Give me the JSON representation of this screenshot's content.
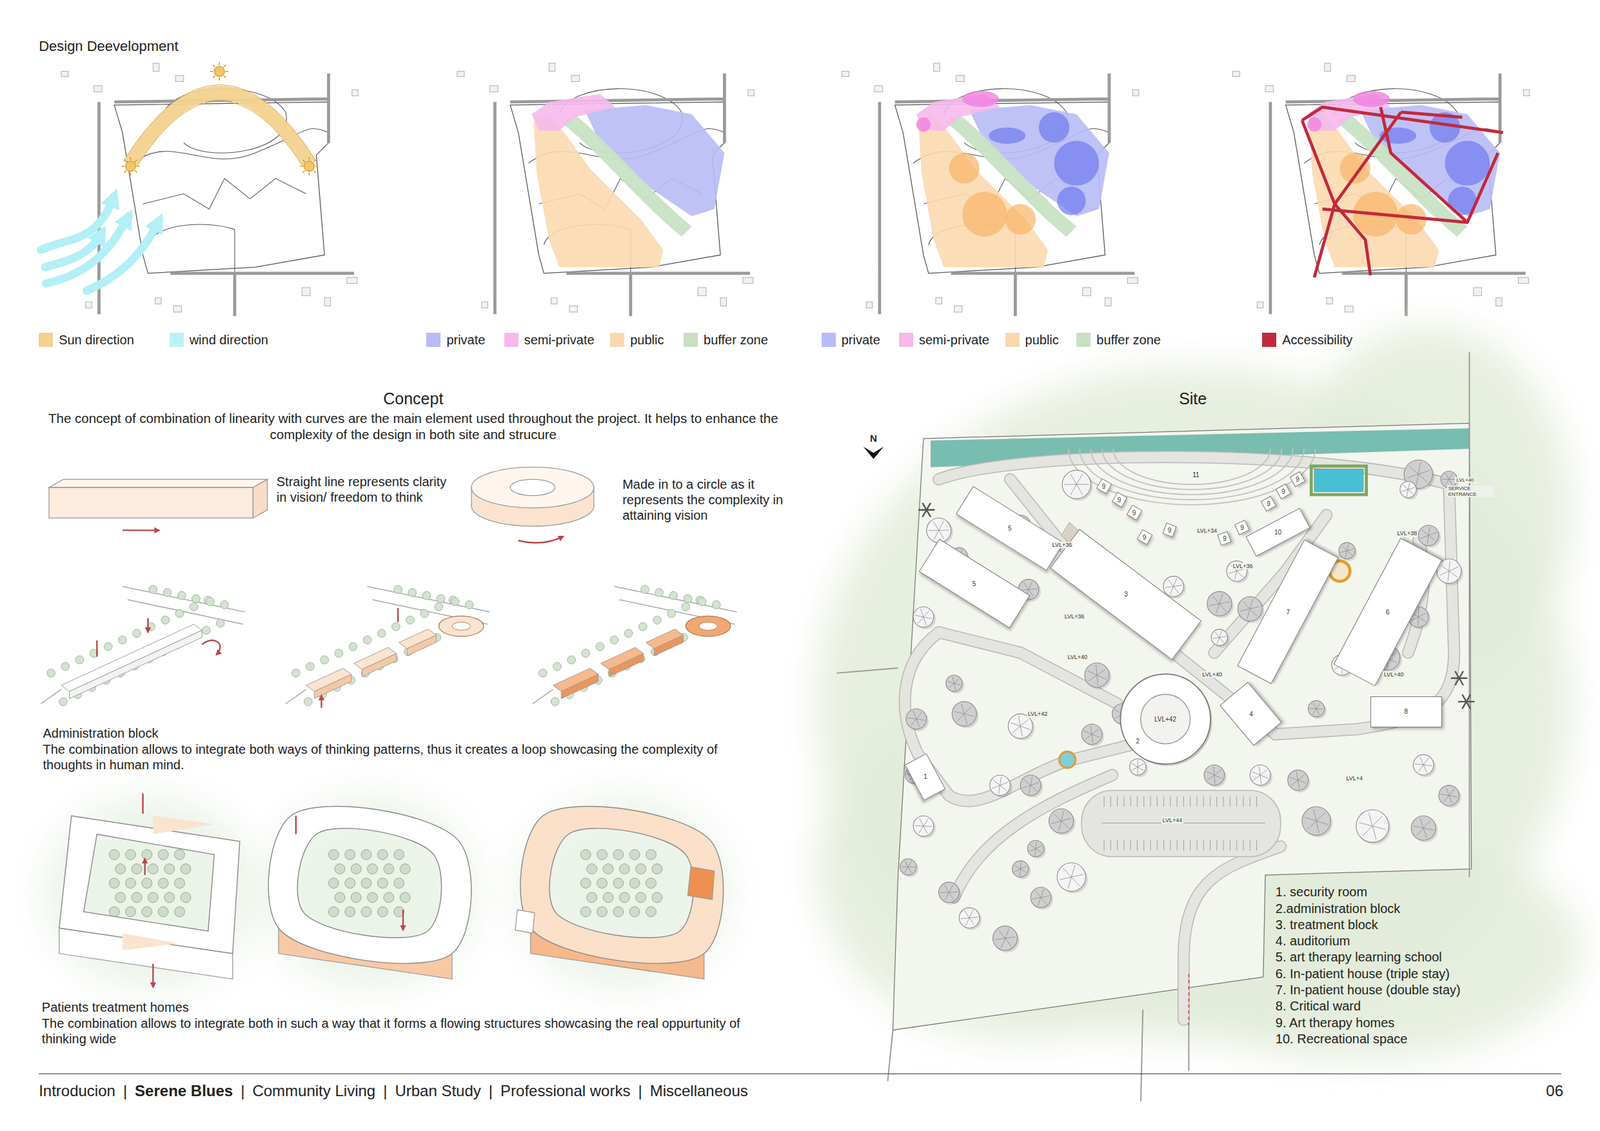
{
  "diagram": {
    "title": "Design Deevelopment",
    "nodes": [
      {
        "text": [
          "9"
        ]
      },
      {
        "text": [
          "9"
        ]
      },
      {
        "text": [
          "9"
        ]
      },
      {
        "text": [
          "9"
        ]
      },
      {
        "text": [
          "9"
        ]
      },
      {
        "text": [
          "9"
        ]
      },
      {
        "text": [
          "9"
        ]
      },
      {
        "text": [
          "9"
        ]
      },
      {
        "text": [
          "9"
        ]
      },
      {
        "text": [
          "9"
        ]
      },
      {
        "text": [
          "5"
        ]
      },
      {
        "text": [
          "10"
        ]
      },
      {
        "text": [
          "5"
        ]
      },
      {
        "text": [
          "3"
        ]
      },
      {
        "text": [
          "7"
        ]
      },
      {
        "text": [
          "6"
        ]
      },
      {
        "text": [
          "2",
          "LVL+42"
        ]
      },
      {
        "text": [
          "4"
        ]
      },
      {
        "text": [
          "8"
        ]
      },
      {
        "text": [
          "1"
        ]
      }
    ],
    "labels": [
      "Concept",
      "The concept of combination of linearity with curves are the main element used throughout the project. It helps to enhance the complexity of the design in both site and strucure",
      "Straight line represents clarity in vision/ freedom to think",
      "Made in to a circle as it represents the complexity in attaining vision",
      "Administration block",
      "The combination allows to integrate both ways of thinking patterns, thus it creates a loop showcasing the complexity of thoughts in human mind.",
      "Patients treatment homes",
      "The combination allows to integrate both in such a way that it forms a flowing structures showcasing the real oppurtunity of thinking wide",
      "Site",
      "N",
      "11",
      "LVL+36",
      "LVL+34",
      "LVL+36",
      "LVL+38",
      "LVL+36",
      "LVL+40",
      "LVL+40",
      "LVL+40",
      "LVL+42",
      "LVL+44",
      "LVL+4",
      "LVL+40",
      "SERVICE ENTRANCE",
      "1. security room",
      "2.administration block",
      "3. treatment block",
      "4. auditorium",
      "5. art therapy learning school",
      "6. In-patient house (triple stay)",
      "7. In-patient house (double stay)",
      "8. Critical ward",
      "9. Art therapy homes",
      "10. Recreational space",
      "Introducion",
      "|",
      "Serene Blues",
      "|",
      "Community Living",
      "|",
      "Urban Study",
      "|",
      "Professional works",
      "|",
      "Miscellaneous",
      "06"
    ],
    "legend": [
      {
        "text": "Sun direction",
        "color": "#f3d28f"
      },
      {
        "text": "wind direction",
        "color": "#b9f2f7"
      },
      {
        "text": "private",
        "color": "#b8bbf6"
      },
      {
        "text": "semi-private",
        "color": "#f7b8ec"
      },
      {
        "text": "public",
        "color": "#fbd7ae"
      },
      {
        "text": "buffer zone",
        "color": "#c7e0c1"
      },
      {
        "text": "private",
        "color": "#b8bbf6"
      },
      {
        "text": "semi-private",
        "color": "#f7b8ec"
      },
      {
        "text": "public",
        "color": "#fbd7ae"
      },
      {
        "text": "buffer zone",
        "color": "#c7e0c1"
      },
      {
        "text": "Accessibility",
        "color": "#c3283a"
      }
    ]
  }
}
